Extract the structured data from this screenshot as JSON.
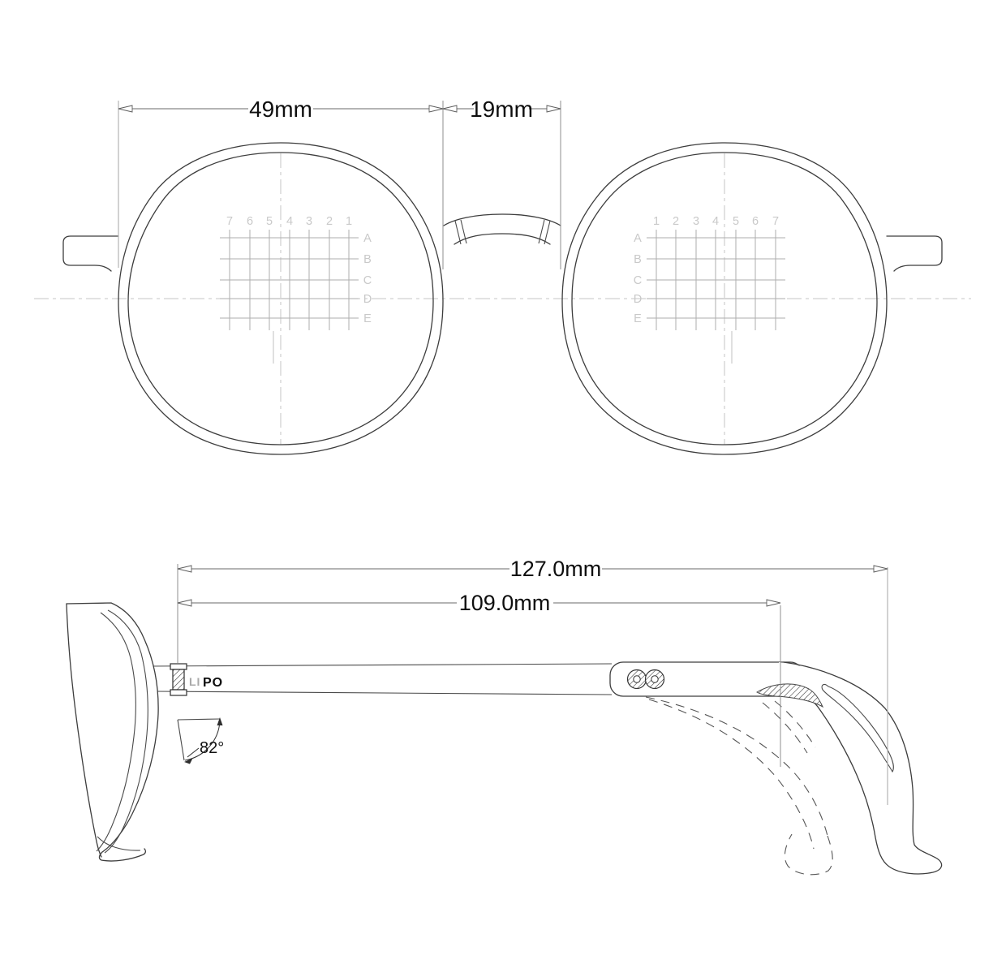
{
  "front_view": {
    "lens_width_label": "49mm",
    "bridge_width_label": "19mm",
    "grid": {
      "left_columns": [
        "7",
        "6",
        "5",
        "4",
        "3",
        "2",
        "1"
      ],
      "right_columns": [
        "1",
        "2",
        "3",
        "4",
        "5",
        "6",
        "7"
      ],
      "row_labels": [
        "A",
        "B",
        "C",
        "D",
        "E"
      ]
    }
  },
  "side_view": {
    "overall_temple_length_label": "127.0mm",
    "temple_length_label": "109.0mm",
    "pantoscopic_angle_label": "82°",
    "temple_logo_prefix": "LI",
    "temple_logo_suffix": "PO",
    "endpiece_logo": "infinity-symbol"
  },
  "colors": {
    "background": "#ffffff",
    "outline": "#3d3d3d",
    "grid_line": "#aeaeae",
    "grid_glyph": "#c9c9c9",
    "centerline": "#c6c6c6",
    "dimension": "#686868"
  }
}
